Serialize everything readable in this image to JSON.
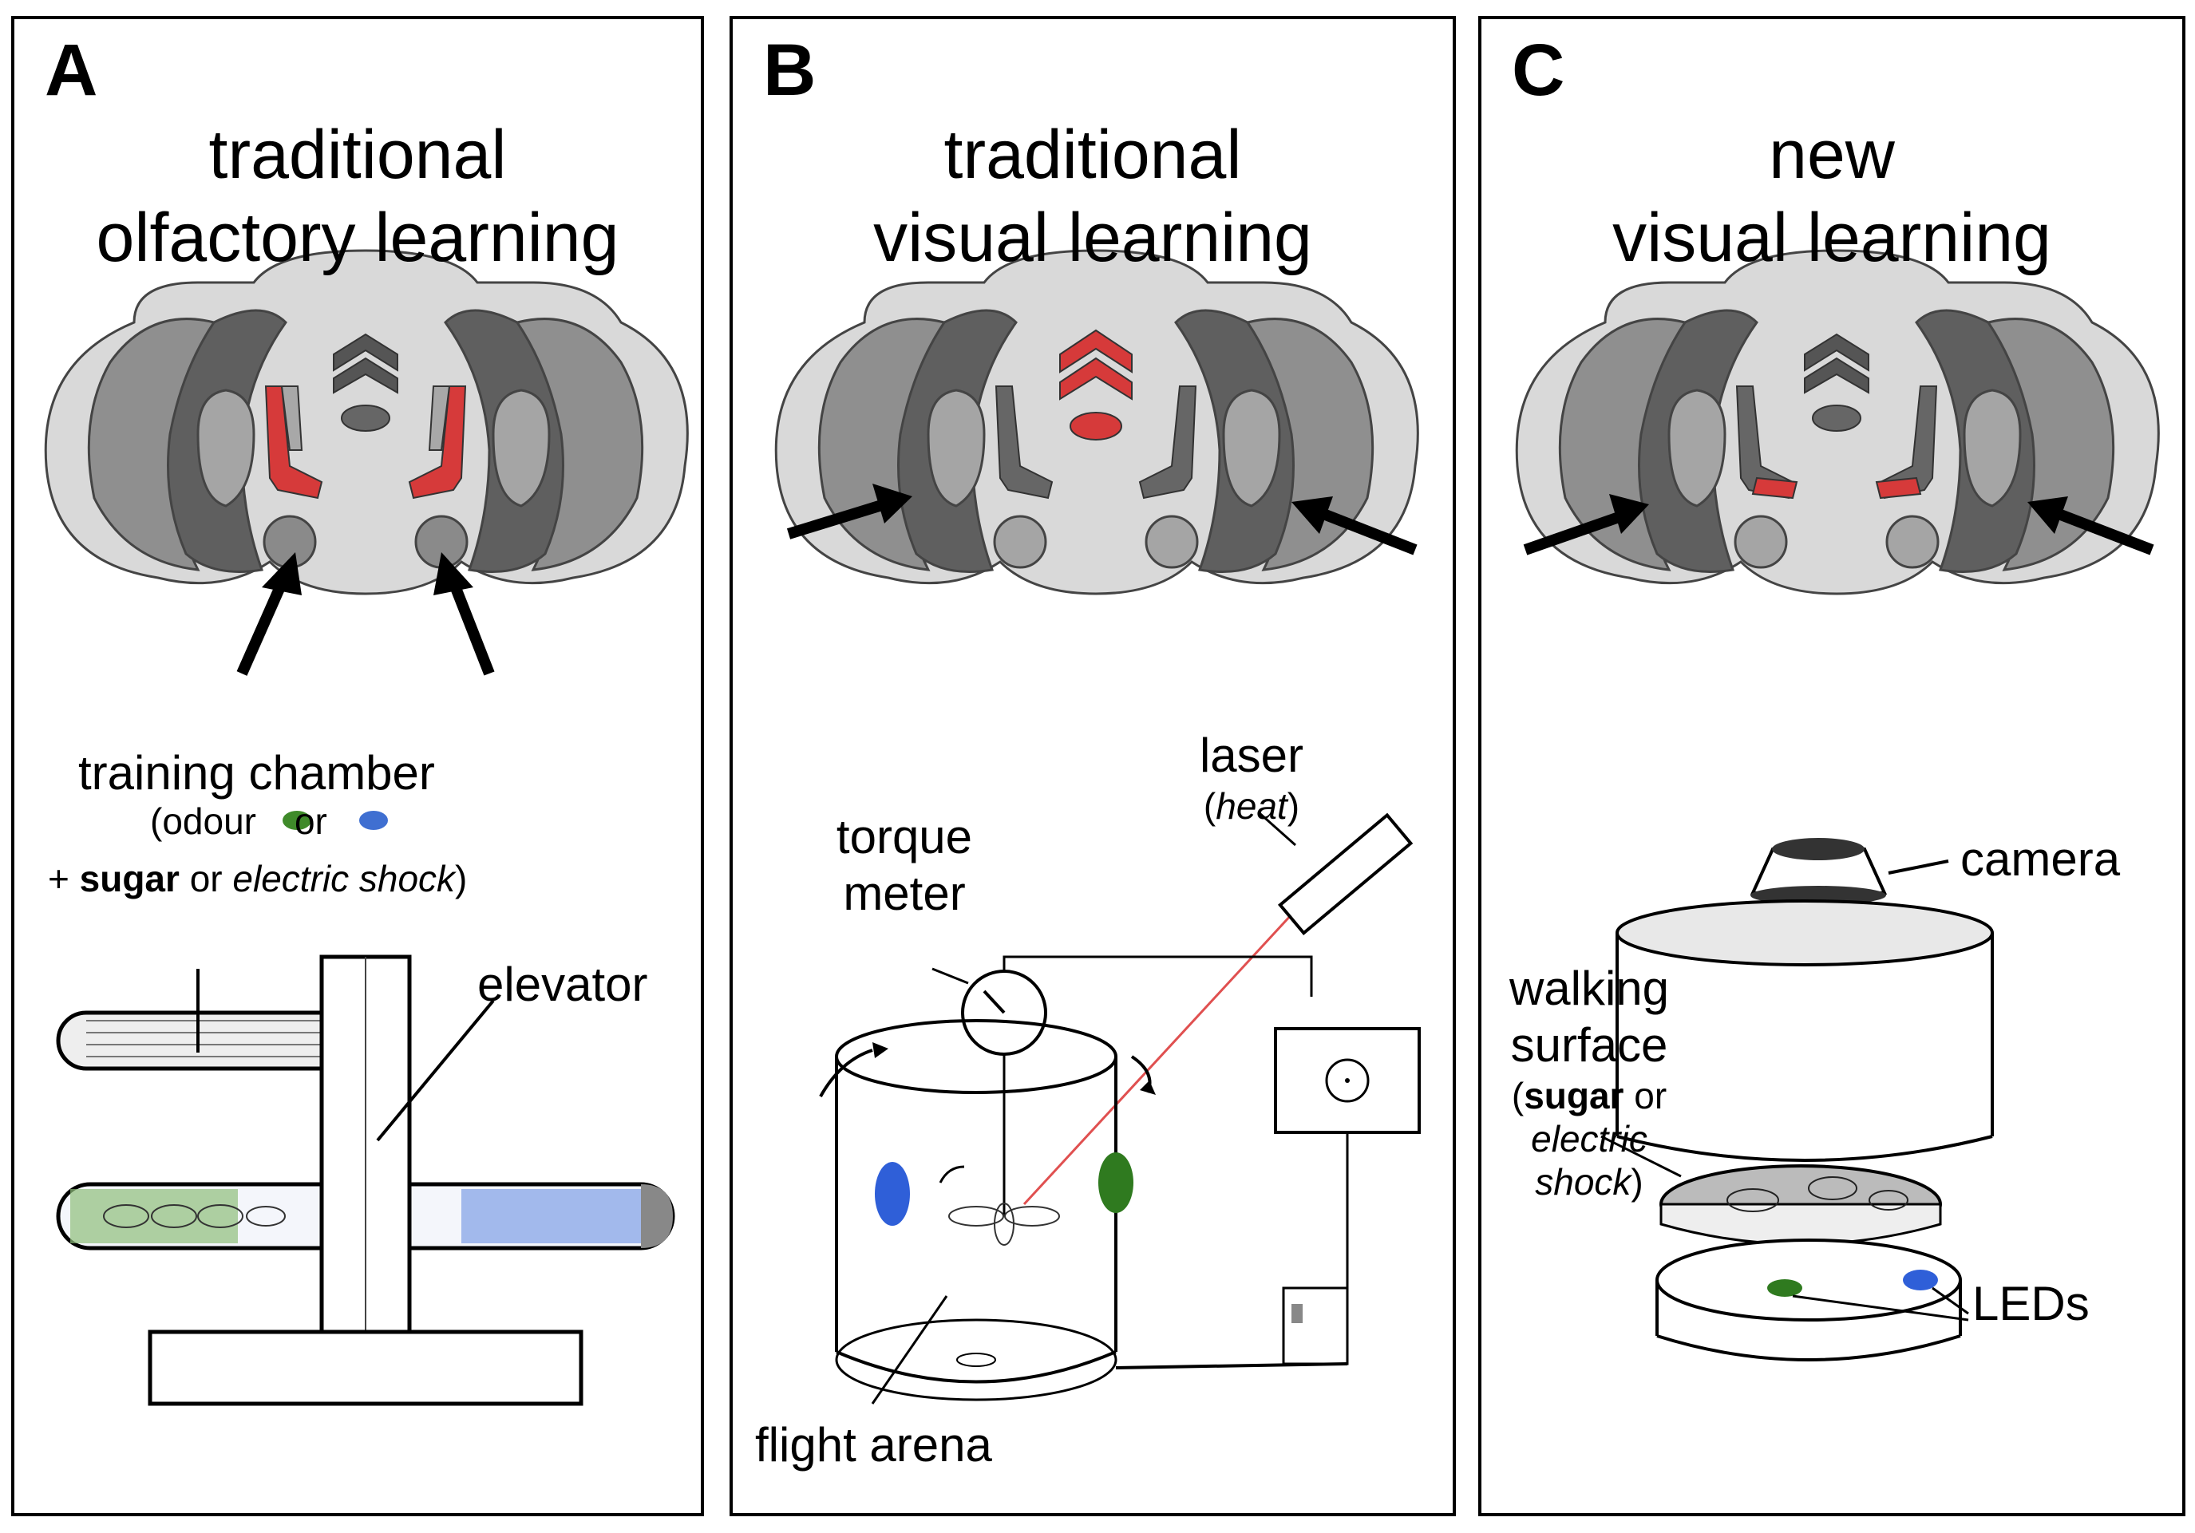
{
  "panels": [
    {
      "letter": "A",
      "title_line1": "traditional",
      "title_line2": "olfactory learning",
      "labels": {
        "chamber_title": "training chamber",
        "chamber_odour": "(odour",
        "chamber_or": "or",
        "chamber_plus": "+ ",
        "chamber_sugar": "sugar",
        "chamber_or2": " or ",
        "chamber_shock": "electric shock",
        "chamber_close": ")",
        "elevator": "elevator"
      }
    },
    {
      "letter": "B",
      "title_line1": "traditional",
      "title_line2": "visual learning",
      "labels": {
        "laser": "laser",
        "heat_open": "(",
        "heat": "heat",
        "heat_close": ")",
        "torque_line1": "torque",
        "torque_line2": "meter",
        "flight_arena": "flight arena"
      }
    },
    {
      "letter": "C",
      "title_line1": "new",
      "title_line2": "visual learning",
      "labels": {
        "camera": "camera",
        "walking_line1": "walking",
        "walking_line2": "surface",
        "walking_open": "(",
        "walking_sugar": "sugar",
        "walking_or": " or",
        "walking_electric": "electric",
        "walking_shock": "shock",
        "walking_close": ")",
        "leds": "LEDs"
      }
    }
  ],
  "colors": {
    "highlight_red": "#d63a3a",
    "brain_fill": "#d9d9d9",
    "odour_green": "#3f8a2a",
    "odour_blue": "#3f6fd1",
    "led_green": "#2f7a1f",
    "led_blue": "#2f5fd8",
    "laser_red": "#e05050"
  },
  "icons": [
    "brain-diagram",
    "arrow-icon",
    "fly-icon",
    "torque-meter-dial",
    "camera-lens"
  ]
}
